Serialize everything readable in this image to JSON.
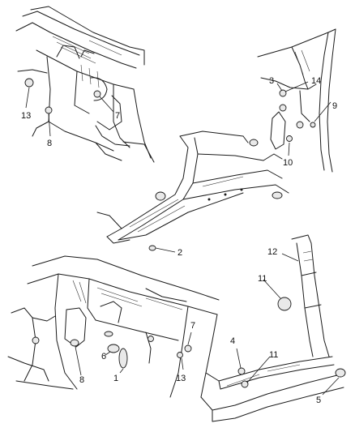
{
  "callouts": {
    "c1": "1",
    "c2": "2",
    "c3": "3",
    "c4": "4",
    "c5": "5",
    "c6": "6",
    "c7a": "7",
    "c7b": "7",
    "c8a": "8",
    "c8b": "8",
    "c9": "9",
    "c10": "10",
    "c11a": "11",
    "c11b": "11",
    "c12": "12",
    "c13a": "13",
    "c13b": "13",
    "c14": "14"
  }
}
